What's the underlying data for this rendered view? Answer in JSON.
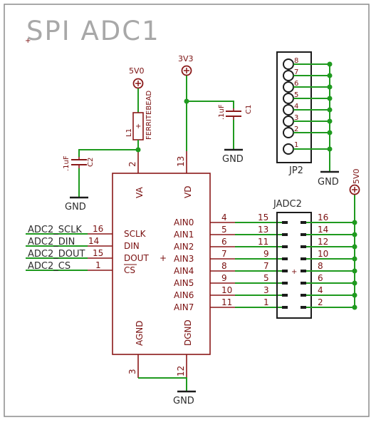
{
  "title": "SPI ADC1",
  "chip": {
    "left_pins": [
      {
        "name": "SCLK",
        "num": "16"
      },
      {
        "name": "DIN",
        "num": "14"
      },
      {
        "name": "DOUT",
        "num": "15"
      },
      {
        "name": "CS",
        "num": "1"
      }
    ],
    "right_pins": [
      {
        "name": "AIN0",
        "num": "4"
      },
      {
        "name": "AIN1",
        "num": "5"
      },
      {
        "name": "AIN2",
        "num": "6"
      },
      {
        "name": "AIN3",
        "num": "7"
      },
      {
        "name": "AIN4",
        "num": "8"
      },
      {
        "name": "AIN5",
        "num": "9"
      },
      {
        "name": "AIN6",
        "num": "10"
      },
      {
        "name": "AIN7",
        "num": "11"
      }
    ],
    "top_pins": [
      {
        "name": "VA",
        "num": "2"
      },
      {
        "name": "VD",
        "num": "13"
      }
    ],
    "bottom_pins": [
      {
        "name": "AGND",
        "num": "3"
      },
      {
        "name": "DGND",
        "num": "12"
      }
    ]
  },
  "nets": [
    "ADC2_SCLK",
    "ADC2_DIN",
    "ADC2_DOUT",
    "ADC2_CS"
  ],
  "header_jadc2": {
    "name": "JADC2",
    "left_nums": [
      "15",
      "13",
      "11",
      "9",
      "7",
      "5",
      "3",
      "1"
    ],
    "right_nums": [
      "16",
      "14",
      "12",
      "10",
      "8",
      "6",
      "4",
      "2"
    ]
  },
  "header_jp2": {
    "name": "JP2",
    "nums": [
      "8",
      "7",
      "6",
      "5",
      "4",
      "3",
      "2",
      "1"
    ]
  },
  "power": {
    "v5_top": "5V0",
    "v3v3": "3V3",
    "v5_right": "5V0",
    "gnd": "GND"
  },
  "parts": {
    "l1_name": "L1",
    "l1_value": "FERRITEBEAD",
    "c1_name": "C1",
    "c1_value": ".1uF",
    "c2_name": "C2",
    "c2_value": ".1uF"
  }
}
